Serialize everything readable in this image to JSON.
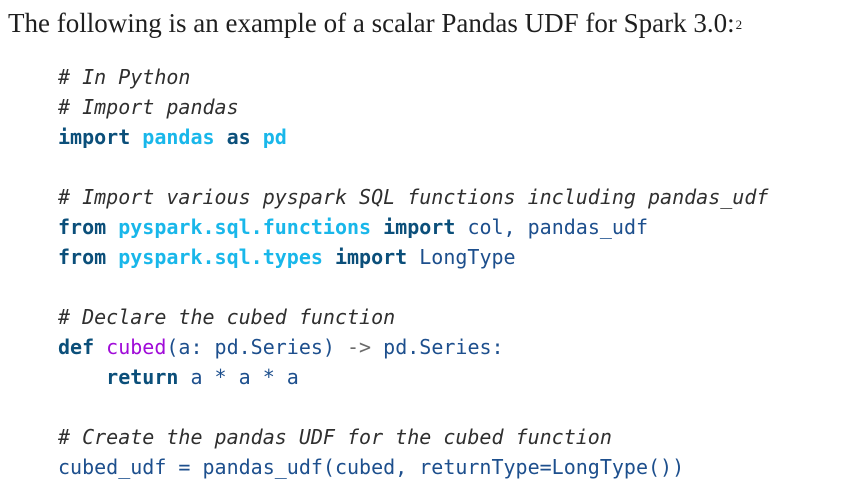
{
  "text": {
    "intro": "The following is an example of a scalar Pandas UDF for Spark 3.0:",
    "footnote": "2"
  },
  "code": {
    "line1_comment": "# In Python",
    "line2_comment": "# Import pandas",
    "line3_import": "import",
    "line3_module": "pandas",
    "line3_as": "as",
    "line3_alias": "pd",
    "line5_comment": "# Import various pyspark SQL functions including pandas_udf",
    "line6_from": "from",
    "line6_module": "pyspark.sql.functions",
    "line6_import": "import",
    "line6_names": "col, pandas_udf",
    "line7_from": "from",
    "line7_module": "pyspark.sql.types",
    "line7_import": "import",
    "line7_names": "LongType",
    "line9_comment": "# Declare the cubed function",
    "line10_def": "def",
    "line10_name": "cubed",
    "line10_params": "(a: pd.Series)",
    "line10_arrow": "->",
    "line10_return_type": "pd.Series:",
    "line11_return": "return",
    "line11_expr": "a * a * a",
    "line13_comment": "# Create the pandas UDF for the cubed function",
    "line14_code": "cubed_udf = pandas_udf(cubed, returnType=LongType())"
  }
}
